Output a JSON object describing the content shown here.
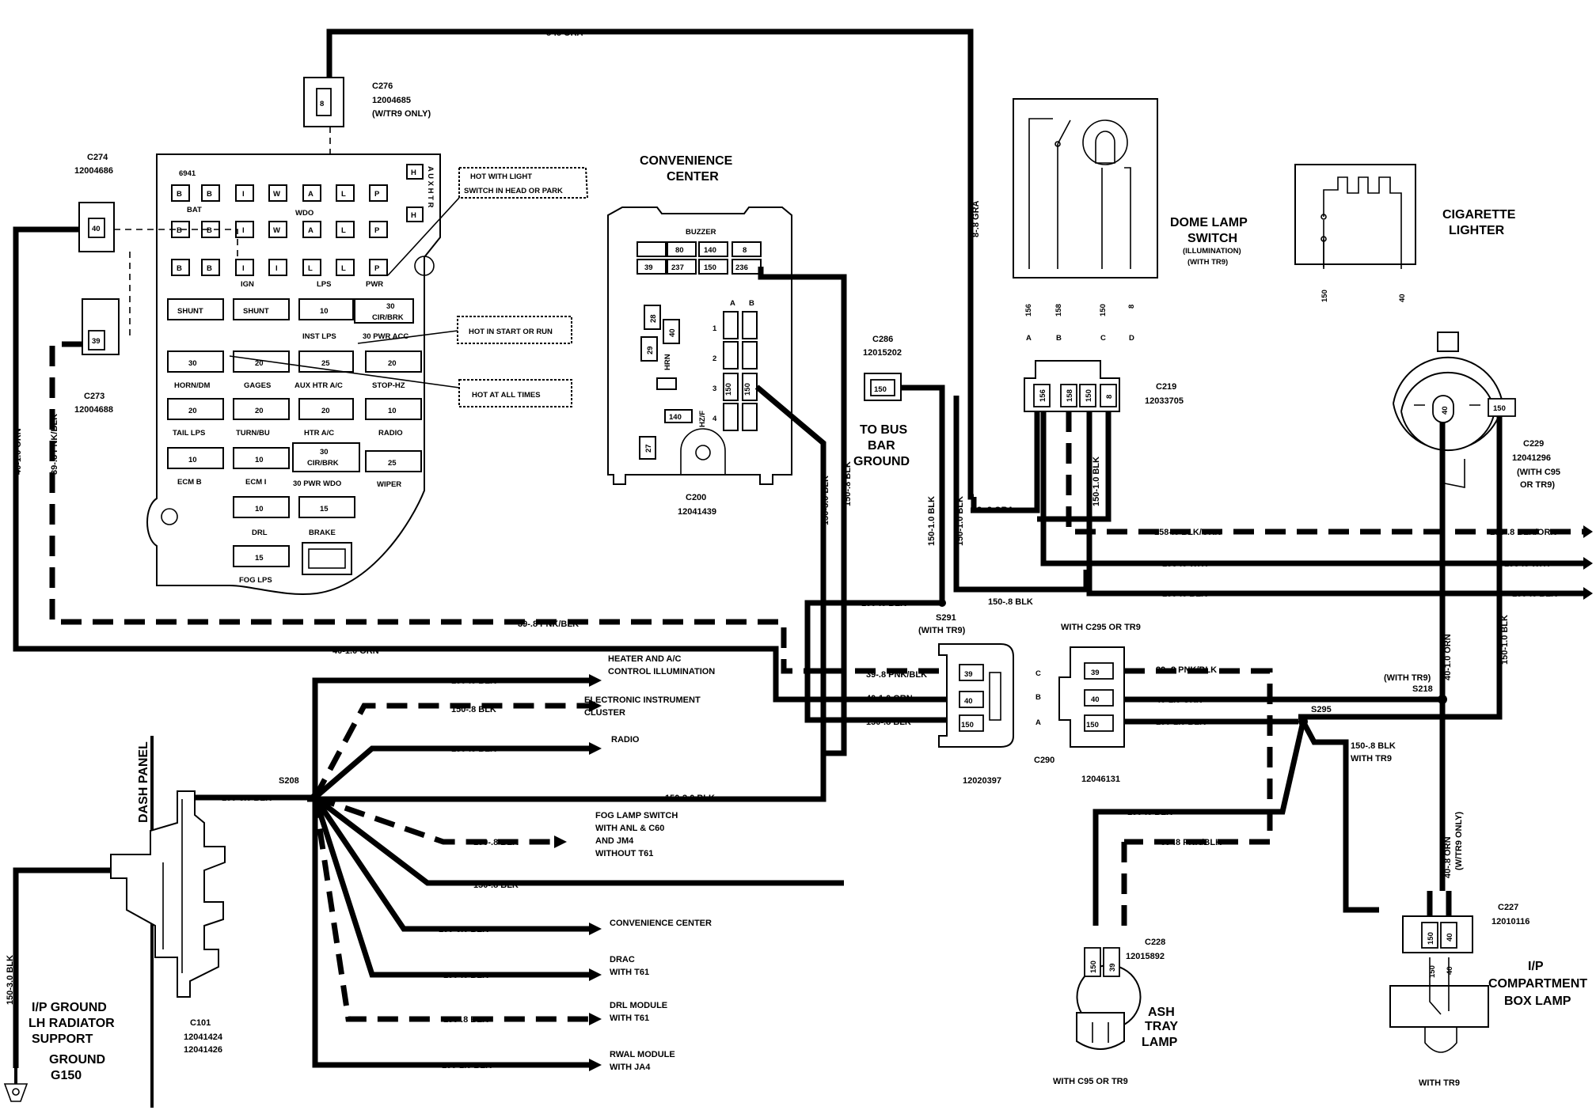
{
  "connectors": {
    "c276": {
      "name": "C276",
      "part": "12004685",
      "note": "(W/TR9 ONLY)",
      "pin": "8"
    },
    "c274": {
      "name": "C274",
      "part": "12004686",
      "pin": "40"
    },
    "c273": {
      "name": "C273",
      "part": "12004688",
      "pin": "39"
    },
    "c286": {
      "name": "C286",
      "part": "12015202",
      "pin": "150"
    },
    "c219": {
      "name": "C219",
      "part": "12033705",
      "pins": [
        "156",
        "158",
        "150",
        "8"
      ]
    },
    "c229": {
      "name": "C229",
      "part": "12041296",
      "note1": "(WITH C95",
      "note2": "OR TR9)",
      "pins": [
        "40",
        "150"
      ]
    },
    "c200": {
      "name": "C200",
      "part": "12041439"
    },
    "c290": {
      "name": "C290",
      "part_left": "12020397",
      "part_right": "12046131",
      "pins": [
        "39",
        "40",
        "150"
      ],
      "rows": [
        "C",
        "B",
        "A"
      ],
      "note": "WITH C295 OR TR9"
    },
    "c228": {
      "name": "C228",
      "part": "12015892",
      "pins": [
        "150",
        "39"
      ]
    },
    "c227": {
      "name": "C227",
      "part": "12010116",
      "pins": [
        "150",
        "40"
      ]
    },
    "c101": {
      "name": "C101",
      "part1": "12041424",
      "part2": "12041426"
    }
  },
  "fuse_block": {
    "id": "6941",
    "top_letters_row1": [
      "B",
      "B",
      "I",
      "W",
      "A",
      "L",
      "P"
    ],
    "top_letters_row2": [
      "B",
      "B",
      "I",
      "W",
      "A",
      "L",
      "P"
    ],
    "top_letters_row3": [
      "B",
      "B",
      "I",
      "I",
      "L",
      "L",
      "P"
    ],
    "side_letters": [
      "H",
      "H"
    ],
    "aux_htr": "A U X  H T R",
    "bat": "BAT",
    "wdo": "WDO",
    "ign": "IGN",
    "lps": "LPS",
    "pwr": "PWR",
    "shunt1": "SHUNT",
    "shunt2": "SHUNT",
    "fuse_10_inst": "10",
    "inst_lps": "INST LPS",
    "cir_brk_30": "30",
    "cir_brk_label": "CIR/BRK",
    "pwr_acc": "30 PWR ACC",
    "horn": {
      "amp": "30",
      "label": "HORN/DM"
    },
    "gages": {
      "amp": "20",
      "label": "GAGES"
    },
    "aux_htr_ac": {
      "amp": "25",
      "label": "AUX HTR A/C"
    },
    "stop_hz": {
      "amp": "20",
      "label": "STOP-HZ"
    },
    "tail_lps": {
      "amp": "20",
      "label": "TAIL LPS"
    },
    "turn_bu": {
      "amp": "20",
      "label": "TURN/BU"
    },
    "htr_ac": {
      "amp": "20",
      "label": "HTR A/C"
    },
    "radio": {
      "amp": "10",
      "label": "RADIO"
    },
    "ecm_b": {
      "amp": "10",
      "label": "ECM B"
    },
    "ecm_i": {
      "amp": "10",
      "label": "ECM I"
    },
    "cir_brk2": {
      "amp": "30",
      "label": "CIR/BRK"
    },
    "wiper": {
      "amp": "25",
      "label": "WIPER"
    },
    "pwr_wdo": "30 PWR WDO",
    "drl": {
      "amp": "10",
      "label": "DRL"
    },
    "brake": {
      "amp": "15",
      "label": "BRAKE"
    },
    "fog_lps": {
      "amp": "15",
      "label": "FOG LPS"
    }
  },
  "callouts": {
    "light_switch_1": "HOT WITH LIGHT",
    "light_switch_2": "SWITCH IN HEAD OR PARK",
    "start_run": "HOT IN START OR RUN",
    "all_times": "HOT AT ALL TIMES"
  },
  "convenience_center": {
    "title1": "CONVENIENCE",
    "title2": "CENTER",
    "buzzer": "BUZZER",
    "cells_top": [
      "80",
      "140",
      "8"
    ],
    "cells_bottom": [
      "39",
      "237",
      "150",
      "236"
    ],
    "col_a": "A",
    "col_b": "B",
    "rows": [
      "1",
      "2",
      "3",
      "4"
    ],
    "pins_left": [
      "28",
      "40",
      "29",
      "140",
      "27"
    ],
    "hrn": "HRN",
    "hzf": "HZ/F",
    "pin_150": "150"
  },
  "dome_lamp": {
    "title1": "DOME LAMP",
    "title2": "SWITCH",
    "sub1": "(ILLUMINATION)",
    "sub2": "(WITH TR9)",
    "wires": [
      "156",
      "158",
      "150",
      "8"
    ],
    "letters": [
      "A",
      "B",
      "C",
      "D"
    ]
  },
  "cigarette_lighter": {
    "title1": "CIGARETTE",
    "title2": "LIGHTER",
    "wires": [
      "150",
      "40"
    ]
  },
  "bus_bar": {
    "line1": "TO BUS",
    "line2": "BAR",
    "line3": "GROUND"
  },
  "wires": {
    "gra_top": "8-.8 GRA",
    "gra_vert": "8-.8 GRA",
    "gra_low": "8-.8 GRA",
    "orn_left": "40-1.0 ORN",
    "pnk_left": "39-.8 PNK/BLK",
    "pnk_bottom": "39-.8 PNK/BLK",
    "orn_bottom": "40-1.0 ORN",
    "blk_150_3_0_a": "150-3.0 BLK",
    "blk_150_8_a": "150-.8 BLK",
    "blk_150_1_0_a": "150-1.0 BLK",
    "blk_150_8_b": "150-.8 BLK",
    "blk_150_8_s291": "150-.8 BLK",
    "blk_150_1_0_s291": "150-1.0 BLK",
    "blk_orn_158": "158-.8 BLK/ORN",
    "blk_orn_158_r": "158-.8 BLK/ORN",
    "wht_156": "156-.8 WHT",
    "wht_156_r": "156-.8 WHT",
    "blk_150_r1": "150-.8 BLK",
    "blk_150_r2": "150-.8 BLK",
    "c219_vert": "150-1.0 BLK",
    "c290_39": "39-.8 PNK/BLK",
    "c290_40": "40-1.0 ORN",
    "c290_150": "150-.8 BLK",
    "c290r_39": "39-.8 PNK/BLK",
    "c290r_40": "40-1.0 ORN",
    "c290r_150": "150-1.0 BLK",
    "s295_150": "150-.8 BLK",
    "s295_with": "WITH TR9",
    "ash_150": "150-.8 BLK",
    "ash_39": "39-.8 PNK/BLK",
    "c229_40": "40-1.0 ORN",
    "c229_150": "150-1.0 BLK",
    "tr9_orn": "40-.8 ORN",
    "tr9_orn_note": "(W/TR9 ONLY)",
    "heater": "150-.5 BLK",
    "eic": "150-.8 BLK",
    "radio": "150-.5 BLK",
    "main_3_0": "150-3.0 BLK",
    "s208_in": "150-3.0 BLK",
    "fog": "150-.8 BLK",
    "blk_8_mid": "150-.8 BLK",
    "conv": "150-3.0 BLK",
    "drac": "150-.8 BLK",
    "drl": "150-.8 BLK",
    "rwal": "150-1.0 BLK",
    "ground_vert": "150-3.0 BLK"
  },
  "splices": {
    "s291": "S291",
    "s291_note": "(WITH TR9)",
    "s208": "S208",
    "s295": "S295",
    "s218": "S218",
    "s218_note": "(WITH TR9)"
  },
  "destinations": {
    "heater1": "HEATER AND A/C",
    "heater2": "CONTROL ILLUMINATION",
    "eic1": "ELECTRONIC INSTRUMENT",
    "eic2": "CLUSTER",
    "radio": "RADIO",
    "fog1": "FOG LAMP SWITCH",
    "fog2": "WITH ANL & C60",
    "fog3": "AND JM4",
    "fog4": "WITHOUT T61",
    "conv": "CONVENIENCE CENTER",
    "drac1": "DRAC",
    "drac2": "WITH T61",
    "drl1": "DRL MODULE",
    "drl2": "WITH T61",
    "rwal1": "RWAL MODULE",
    "rwal2": "WITH JA4"
  },
  "dash_panel": "DASH PANEL",
  "ground": {
    "line1": "I/P GROUND",
    "line2": "LH RADIATOR",
    "line3": "SUPPORT",
    "line4": "GROUND",
    "line5": "G150"
  },
  "ash_tray": {
    "line1": "ASH",
    "line2": "TRAY",
    "line3": "LAMP",
    "note": "WITH C95 OR TR9"
  },
  "ip_box": {
    "line1": "I/P",
    "line2": "COMPARTMENT",
    "line3": "BOX LAMP",
    "note": "WITH TR9",
    "wires": [
      "150",
      "40"
    ]
  }
}
